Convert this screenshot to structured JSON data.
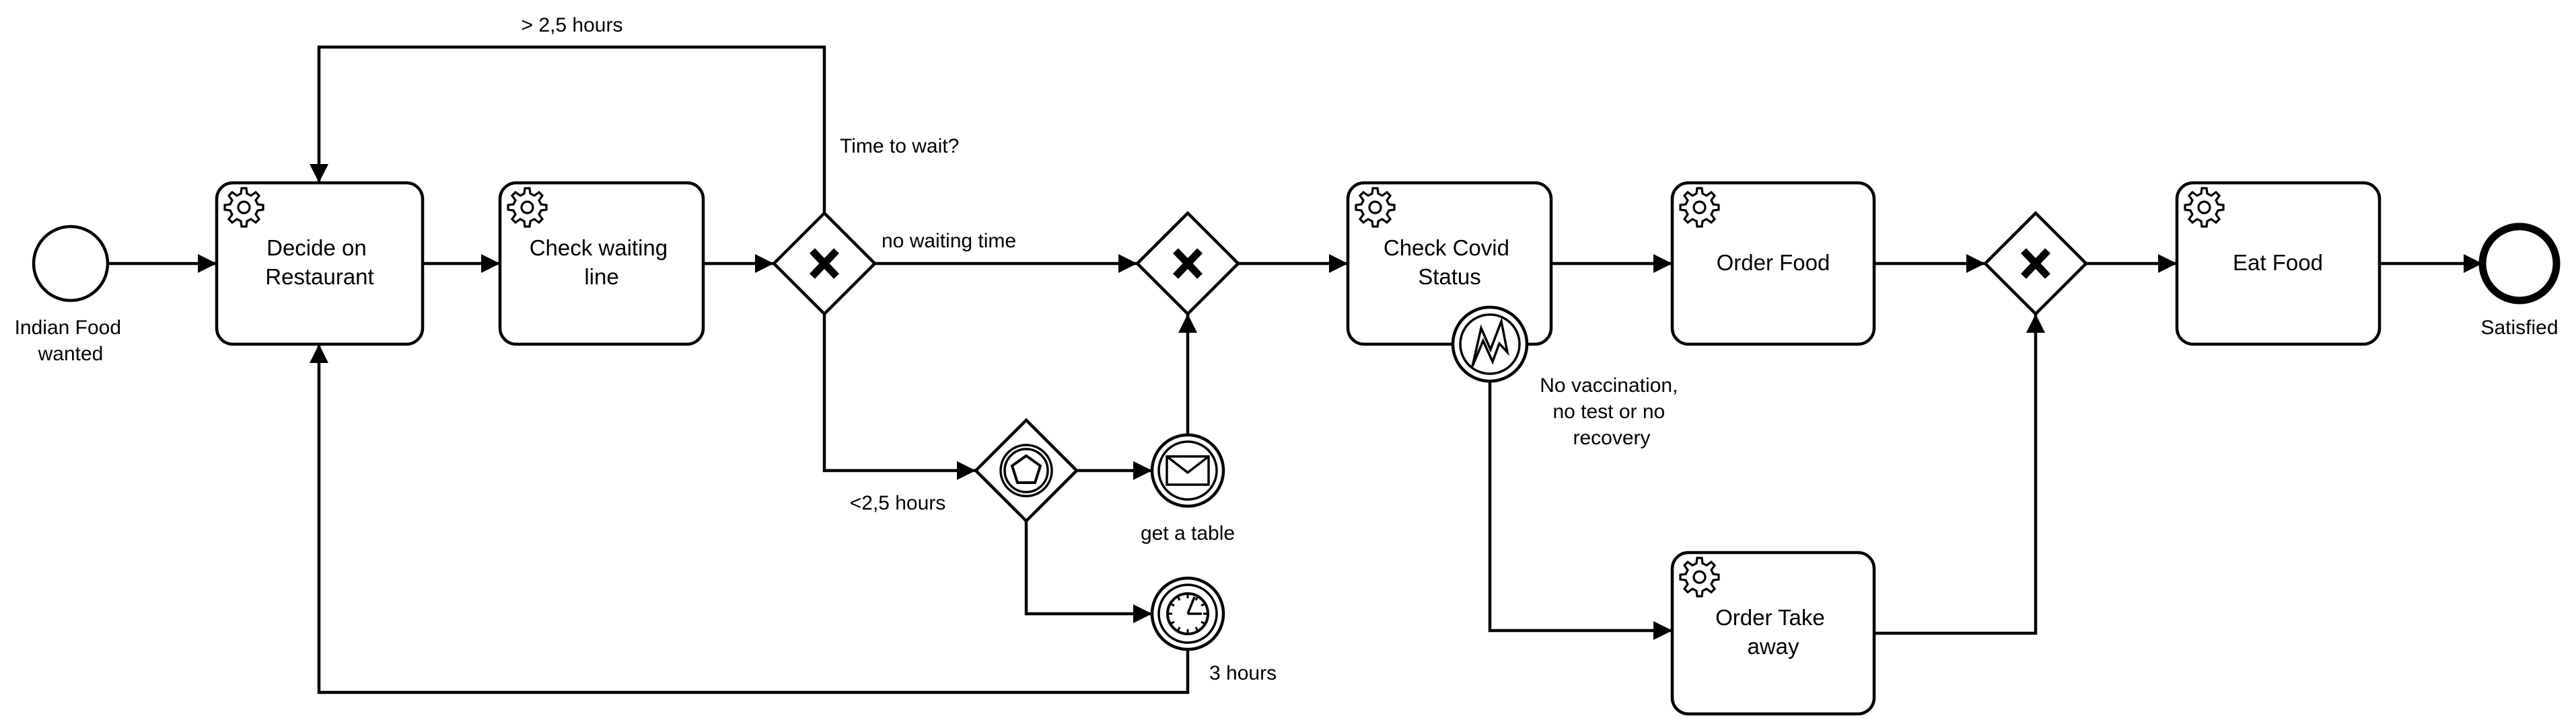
{
  "events": {
    "start": {
      "label": [
        "Indian Food",
        "wanted"
      ]
    },
    "end": {
      "label": [
        "Satisfied"
      ]
    },
    "message_catch": {
      "label": [
        "get a table"
      ]
    },
    "timer_catch": {
      "label": [
        "3 hours"
      ]
    },
    "boundary_error": {
      "label": [
        "No vaccination,",
        "no test or no",
        "recovery"
      ]
    }
  },
  "tasks": {
    "decide": {
      "label": [
        "Decide on",
        "Restaurant"
      ]
    },
    "check_wait": {
      "label": [
        "Check waiting",
        "line"
      ]
    },
    "check_covid": {
      "label": [
        "Check Covid",
        "Status"
      ]
    },
    "order_food": {
      "label": [
        "Order Food"
      ]
    },
    "order_takeaway": {
      "label": [
        "Order Take",
        "away"
      ]
    },
    "eat": {
      "label": [
        "Eat Food"
      ]
    }
  },
  "gateways": {
    "time_wait": {
      "label": [
        "Time to wait?"
      ]
    }
  },
  "flows": {
    "loop_long": {
      "label": "> 2,5 hours"
    },
    "no_wait": {
      "label": "no waiting time"
    },
    "short_wait": {
      "label": "<2,5 hours"
    }
  },
  "icons": {
    "task": "gear-icon",
    "exclusive_gateway": "x-icon",
    "event_gateway": "pentagon-icon",
    "message_event": "envelope-icon",
    "timer_event": "clock-icon",
    "error_event": "lightning-icon"
  }
}
